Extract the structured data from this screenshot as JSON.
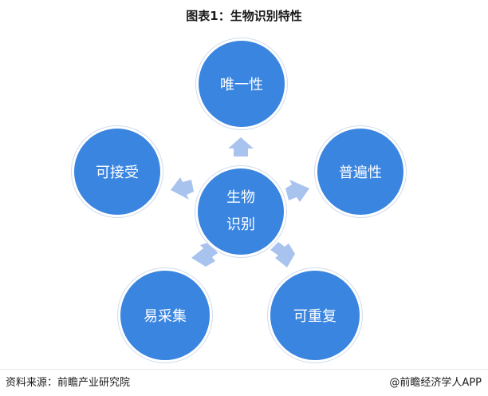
{
  "title": "图表1：生物识别特性",
  "center": {
    "line1": "生物",
    "line2": "识别"
  },
  "nodes": {
    "top": "唯一性",
    "right": "普遍性",
    "bottom_right": "可重复",
    "bottom_left": "易采集",
    "left": "可接受"
  },
  "footer": {
    "source": "资料来源：前瞻产业研究院",
    "brand": "@前瞻经济学人APP"
  },
  "colors": {
    "node_fill": "#3a85e0",
    "arrow_fill": "#a9c3ef"
  }
}
